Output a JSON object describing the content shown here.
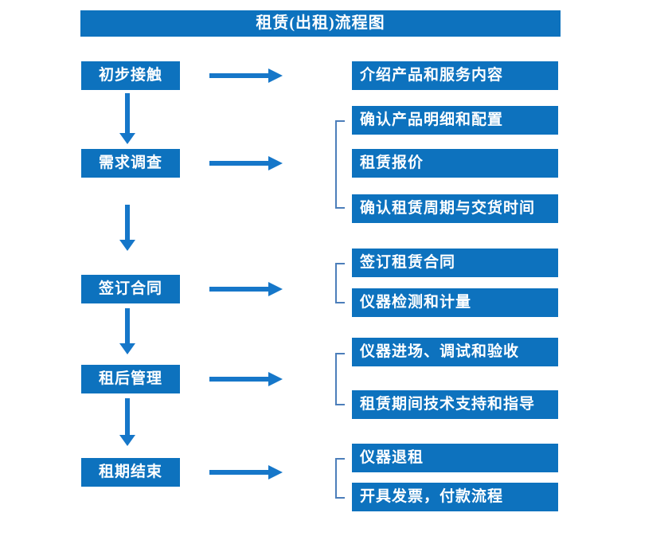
{
  "title": "租赁(出租)流程图",
  "colors": {
    "box_blue": "#0d72be",
    "arrow_blue": "#1677c9",
    "bracket_blue": "#4c7eba",
    "text_white": "#ffffff",
    "background": "#ffffff"
  },
  "icons": {
    "arrow_right": "css-triangle-right",
    "arrow_down": "css-triangle-down",
    "bracket": "css-left-square-bracket"
  },
  "steps": [
    {
      "label": "初步接触",
      "details": [
        "介绍产品和服务内容"
      ]
    },
    {
      "label": "需求调查",
      "details": [
        "确认产品明细和配置",
        "租赁报价",
        "确认租赁周期与交货时间"
      ]
    },
    {
      "label": "签订合同",
      "details": [
        "签订租赁合同",
        "仪器检测和计量"
      ]
    },
    {
      "label": "租后管理",
      "details": [
        "仪器进场、调试和验收",
        "租赁期间技术支持和指导"
      ]
    },
    {
      "label": "租期结束",
      "details": [
        "仪器退租",
        "开具发票，付款流程"
      ]
    }
  ]
}
